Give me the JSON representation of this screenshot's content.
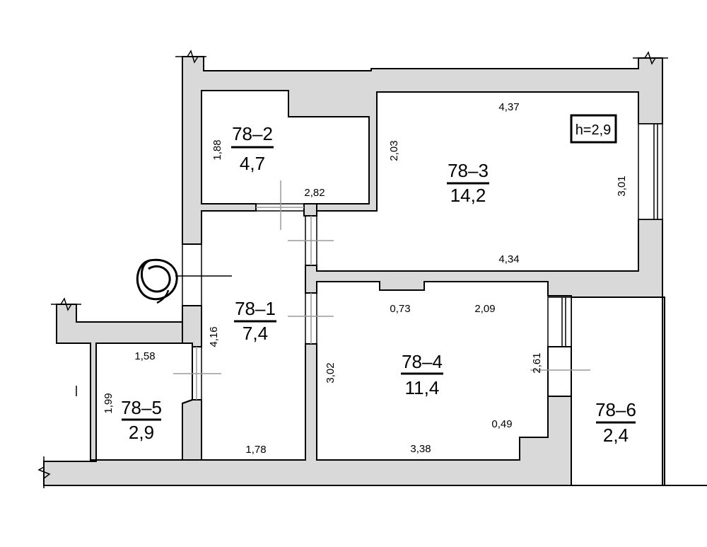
{
  "ceiling_height": "h=2,9",
  "rooms": [
    {
      "id": "78–1",
      "area": "7,4"
    },
    {
      "id": "78–2",
      "area": "4,7"
    },
    {
      "id": "78–3",
      "area": "14,2"
    },
    {
      "id": "78–4",
      "area": "11,4"
    },
    {
      "id": "78–5",
      "area": "2,9"
    },
    {
      "id": "78–6",
      "area": "2,4"
    }
  ],
  "dimensions": {
    "room2_height": "1,88",
    "room2_width": "2,82",
    "room3_top": "4,37",
    "room3_left": "2,03",
    "room3_right": "3,01",
    "room3_bottom": "4,34",
    "room4_top_left": "0,73",
    "room4_top_right": "2,09",
    "room4_left": "3,02",
    "room4_right": "2,61",
    "room4_notch": "0,49",
    "room4_bottom": "3,38",
    "room1_height": "4,16",
    "room1_bottom": "1,78",
    "room5_top": "1,58",
    "room5_left": "1,99"
  }
}
